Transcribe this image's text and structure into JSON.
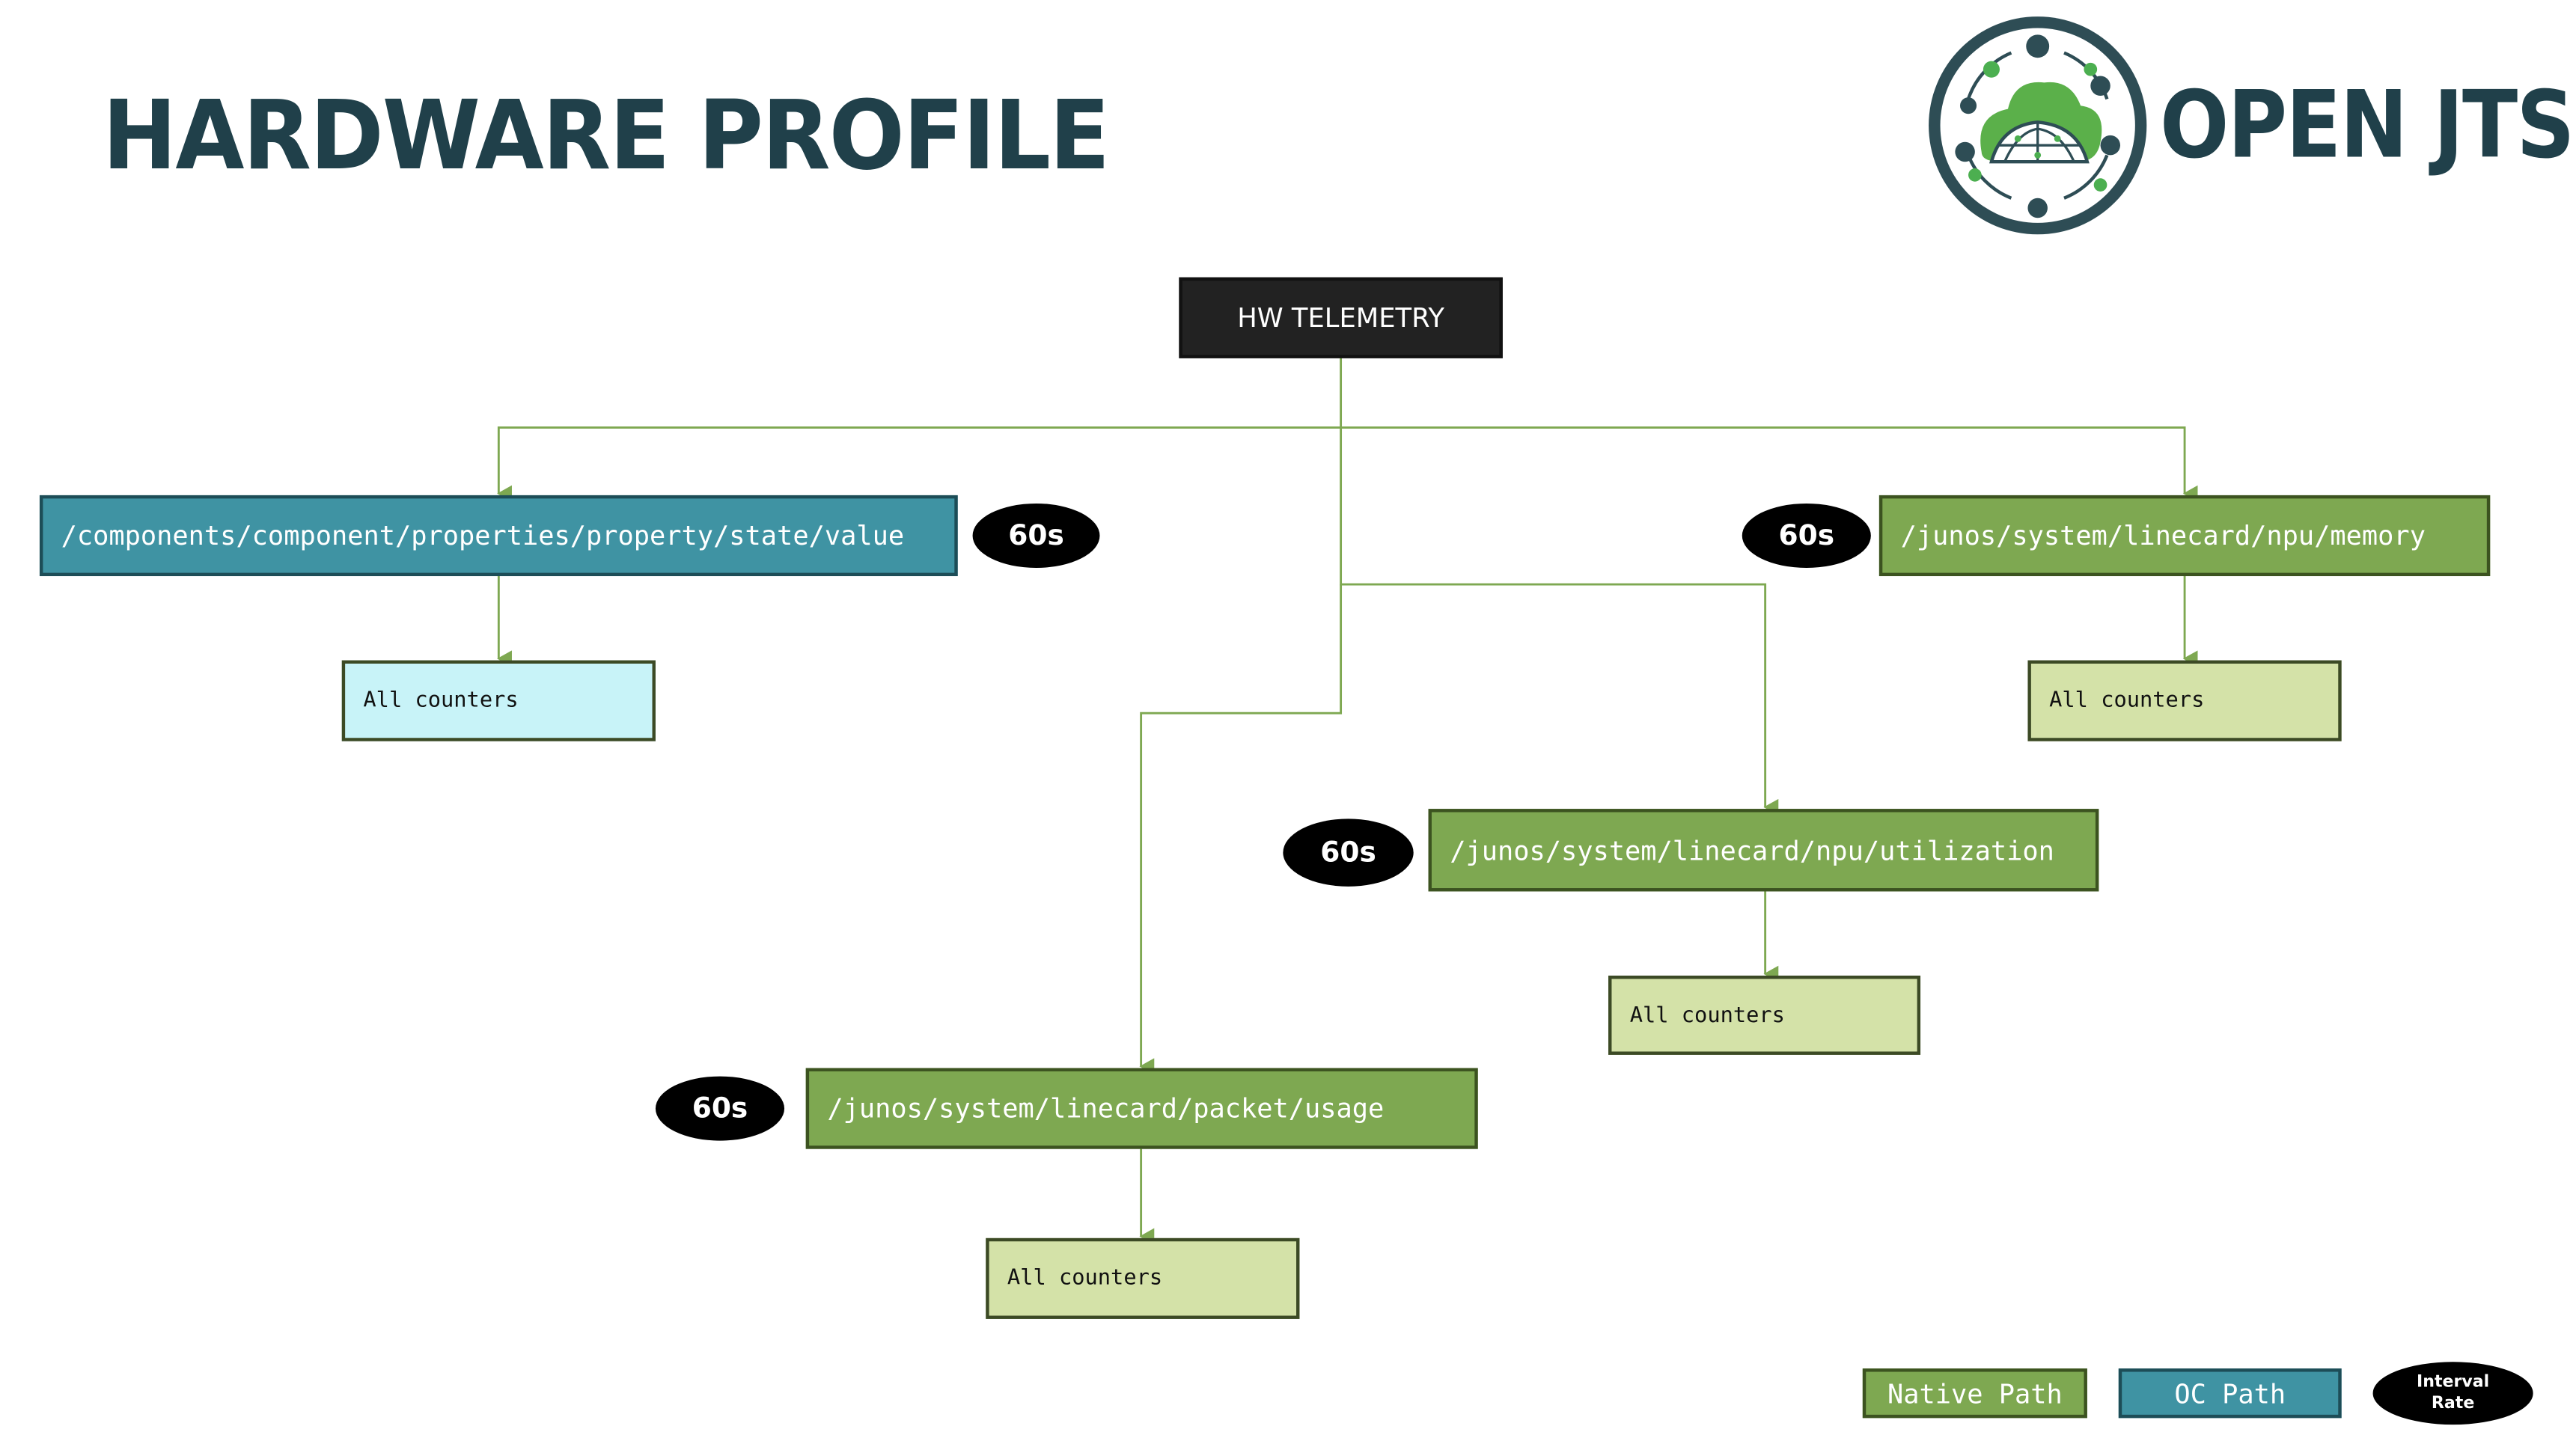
{
  "header": {
    "title": "HARDWARE PROFILE",
    "brand": "OPEN JTS"
  },
  "root": {
    "label": "HW TELEMETRY"
  },
  "paths": {
    "oc_components": {
      "path": "/components/component/properties/property/state/value",
      "interval": "60s",
      "leaf": "All counters"
    },
    "npu_memory": {
      "path": "/junos/system/linecard/npu/memory",
      "interval": "60s",
      "leaf": "All counters"
    },
    "npu_utilization": {
      "path": "/junos/system/linecard/npu/utilization",
      "interval": "60s",
      "leaf": "All counters"
    },
    "packet_usage": {
      "path": "/junos/system/linecard/packet/usage",
      "interval": "60s",
      "leaf": "All counters"
    }
  },
  "legend": {
    "native": "Native Path",
    "oc": "OC Path",
    "interval_line1": "Interval",
    "interval_line2": "Rate"
  },
  "colors": {
    "native_path": "#7ea851",
    "oc_path": "#3f93a3",
    "native_leaf": "#d4e2a8",
    "oc_leaf": "#c8f3f8",
    "connector": "#7ea851",
    "title": "#20404a",
    "root": "#222222"
  },
  "icons": {
    "logo": "cloud-globe-circuit-logo-icon"
  }
}
